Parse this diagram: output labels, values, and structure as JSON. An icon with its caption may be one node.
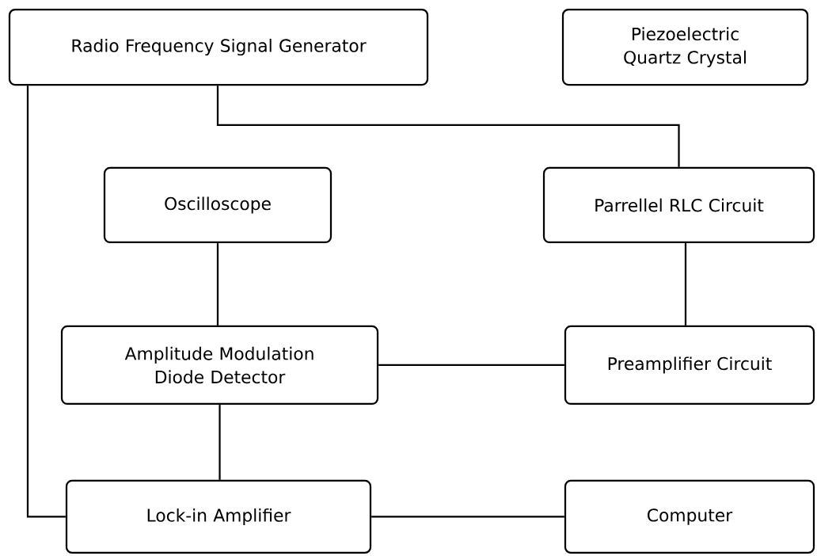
{
  "diagram": {
    "nodes": [
      {
        "text": [
          "Radio Frequency Signal Generator"
        ]
      },
      {
        "text": [
          "Piezoelectric Quartz Crystal"
        ]
      },
      {
        "text": [
          "Oscilloscope"
        ]
      },
      {
        "text": [
          "Parrellel RLC Circuit"
        ]
      },
      {
        "text": [
          "Amplitude Modulation Diode Detector"
        ]
      },
      {
        "text": [
          "Preamplifier Circuit"
        ]
      },
      {
        "text": [
          "Lock-in Amplifier"
        ]
      },
      {
        "text": [
          "Computer"
        ]
      }
    ],
    "edges": [
      {
        "from": 0,
        "to": 3,
        "arrow": "none"
      },
      {
        "from": 0,
        "to": 6,
        "arrow": "none"
      },
      {
        "from": 2,
        "to": 4,
        "arrow": "none"
      },
      {
        "from": 3,
        "to": 5,
        "arrow": "none"
      },
      {
        "from": 4,
        "to": 5,
        "arrow": "none"
      },
      {
        "from": 4,
        "to": 6,
        "arrow": "none"
      },
      {
        "from": 6,
        "to": 7,
        "arrow": "none"
      }
    ]
  }
}
